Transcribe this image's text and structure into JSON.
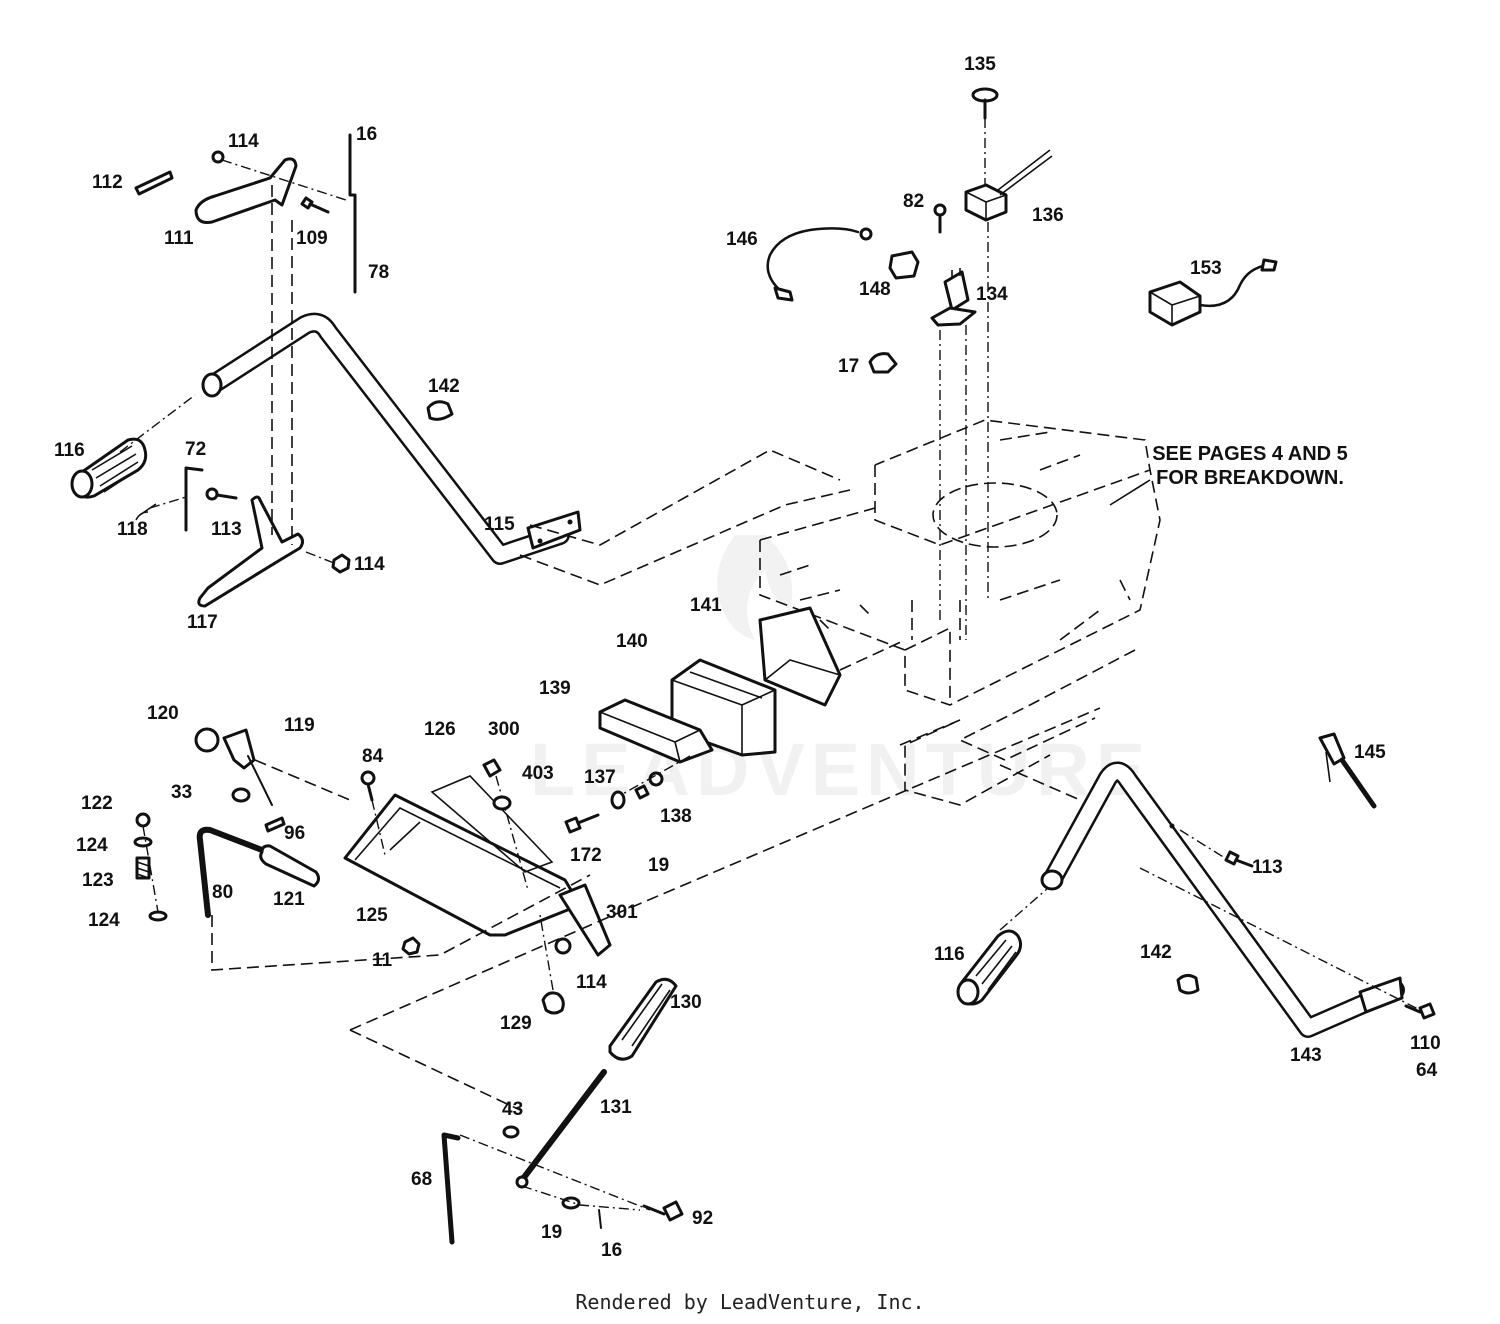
{
  "callouts": [
    {
      "id": "135a",
      "text": "135"
    },
    {
      "id": "16a",
      "text": "16"
    },
    {
      "id": "114a",
      "text": "114"
    },
    {
      "id": "112",
      "text": "112"
    },
    {
      "id": "111",
      "text": "111"
    },
    {
      "id": "109",
      "text": "109"
    },
    {
      "id": "78",
      "text": "78"
    },
    {
      "id": "82",
      "text": "82"
    },
    {
      "id": "136",
      "text": "136"
    },
    {
      "id": "146",
      "text": "146"
    },
    {
      "id": "153",
      "text": "153"
    },
    {
      "id": "148",
      "text": "148"
    },
    {
      "id": "134",
      "text": "134"
    },
    {
      "id": "142a",
      "text": "142"
    },
    {
      "id": "17",
      "text": "17"
    },
    {
      "id": "116a",
      "text": "116"
    },
    {
      "id": "72",
      "text": "72"
    },
    {
      "id": "118",
      "text": "118"
    },
    {
      "id": "113a",
      "text": "113"
    },
    {
      "id": "115",
      "text": "115"
    },
    {
      "id": "114b",
      "text": "114"
    },
    {
      "id": "117",
      "text": "117"
    },
    {
      "id": "141",
      "text": "141"
    },
    {
      "id": "140",
      "text": "140"
    },
    {
      "id": "139",
      "text": "139"
    },
    {
      "id": "120",
      "text": "120"
    },
    {
      "id": "119",
      "text": "119"
    },
    {
      "id": "126",
      "text": "126"
    },
    {
      "id": "300",
      "text": "300"
    },
    {
      "id": "84",
      "text": "84"
    },
    {
      "id": "403",
      "text": "403"
    },
    {
      "id": "137",
      "text": "137"
    },
    {
      "id": "138",
      "text": "138"
    },
    {
      "id": "145",
      "text": "145"
    },
    {
      "id": "122",
      "text": "122"
    },
    {
      "id": "33",
      "text": "33"
    },
    {
      "id": "124a",
      "text": "124"
    },
    {
      "id": "96",
      "text": "96"
    },
    {
      "id": "172",
      "text": "172"
    },
    {
      "id": "19a",
      "text": "19"
    },
    {
      "id": "113b",
      "text": "113"
    },
    {
      "id": "123",
      "text": "123"
    },
    {
      "id": "80",
      "text": "80"
    },
    {
      "id": "121",
      "text": "121"
    },
    {
      "id": "125",
      "text": "125"
    },
    {
      "id": "301",
      "text": "301"
    },
    {
      "id": "124b",
      "text": "124"
    },
    {
      "id": "11",
      "text": "11"
    },
    {
      "id": "114c",
      "text": "114"
    },
    {
      "id": "116b",
      "text": "116"
    },
    {
      "id": "142b",
      "text": "142"
    },
    {
      "id": "129",
      "text": "129"
    },
    {
      "id": "130",
      "text": "130"
    },
    {
      "id": "110",
      "text": "110"
    },
    {
      "id": "143",
      "text": "143"
    },
    {
      "id": "64",
      "text": "64"
    },
    {
      "id": "43",
      "text": "43"
    },
    {
      "id": "131",
      "text": "131"
    },
    {
      "id": "68",
      "text": "68"
    },
    {
      "id": "92",
      "text": "92"
    },
    {
      "id": "19b",
      "text": "19"
    },
    {
      "id": "16b",
      "text": "16"
    }
  ],
  "note": {
    "line1": "SEE PAGES 4 AND 5",
    "line2": "FOR BREAKDOWN."
  },
  "watermark": "LEADVENTURE",
  "footer": "Rendered by LeadVenture, Inc."
}
